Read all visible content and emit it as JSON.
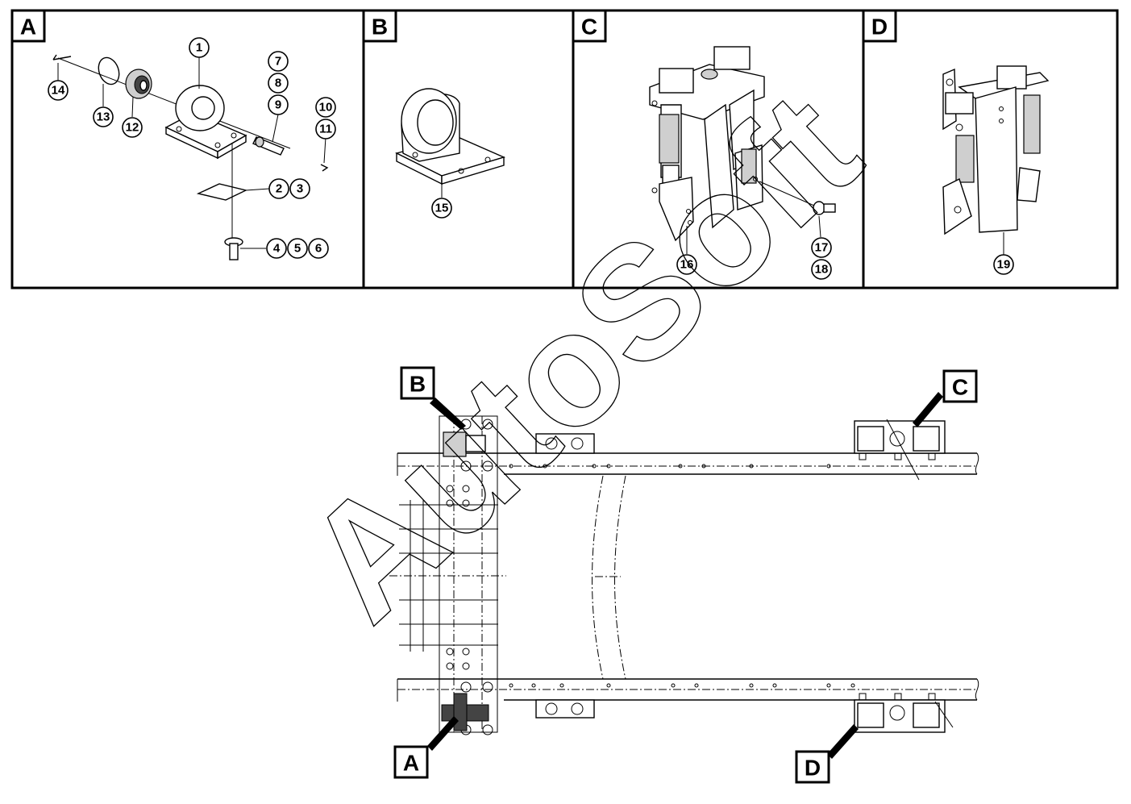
{
  "panels": [
    {
      "label": "A"
    },
    {
      "label": "B"
    },
    {
      "label": "C"
    },
    {
      "label": "D"
    }
  ],
  "parts": [
    "1",
    "2",
    "3",
    "4",
    "5",
    "6",
    "7",
    "8",
    "9",
    "10",
    "11",
    "12",
    "13",
    "14",
    "15",
    "16",
    "17",
    "18",
    "19"
  ],
  "callouts": {
    "b": "B",
    "c": "C",
    "a": "A",
    "d": "D"
  },
  "watermark": "AutoSoft"
}
